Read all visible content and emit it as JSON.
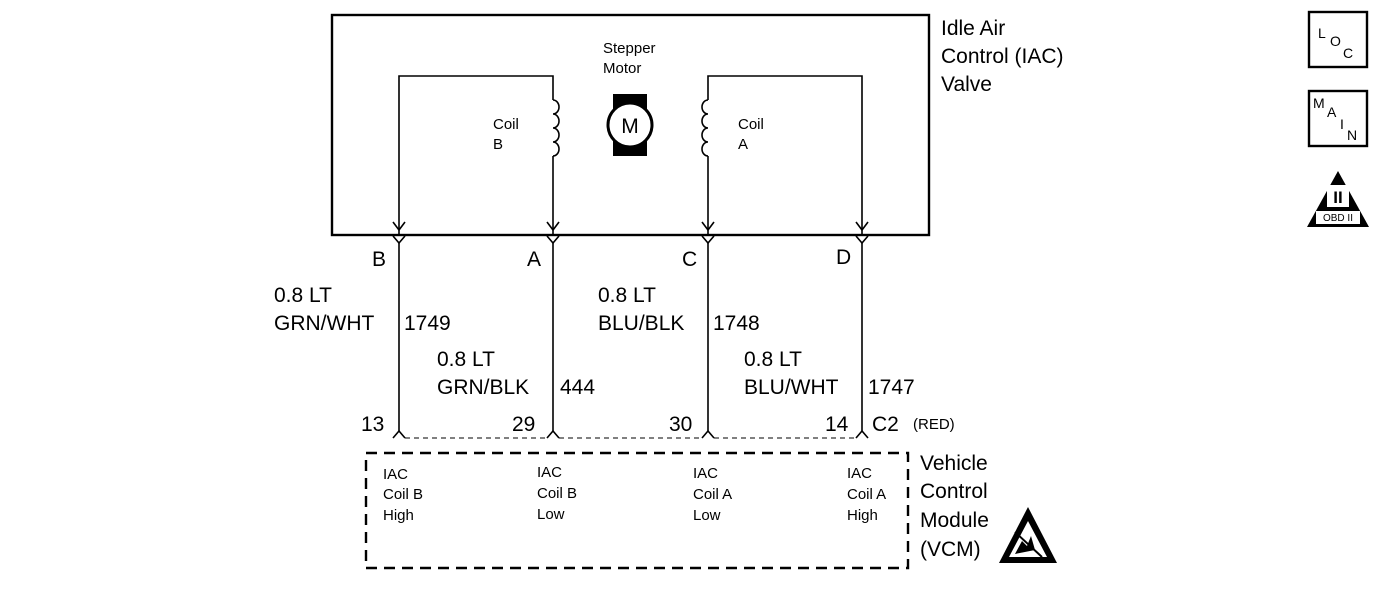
{
  "iac_valve": {
    "title_lines": [
      "Idle Air",
      "Control (IAC)",
      "Valve"
    ],
    "stepper_label_lines": [
      "Stepper",
      "Motor"
    ],
    "motor_symbol": "M",
    "coil_b_lines": [
      "Coil",
      "B"
    ],
    "coil_a_lines": [
      "Coil",
      "A"
    ]
  },
  "pins": [
    "B",
    "A",
    "C",
    "D"
  ],
  "wires": [
    {
      "gauge_line": "0.8 LT",
      "color": "GRN/WHT",
      "circuit": "1749",
      "pin_number": "13"
    },
    {
      "gauge_line": "0.8 LT",
      "color": "GRN/BLK",
      "circuit": "444",
      "pin_number": "29"
    },
    {
      "gauge_line": "0.8 LT",
      "color": "BLU/BLK",
      "circuit": "1748",
      "pin_number": "30"
    },
    {
      "gauge_line": "0.8 LT",
      "color": "BLU/WHT",
      "circuit": "1747",
      "pin_number": "14"
    }
  ],
  "connector": {
    "name": "C2",
    "color_note": "(RED)"
  },
  "vcm": {
    "title_lines": [
      "Vehicle",
      "Control",
      "Module",
      "(VCM)"
    ],
    "terminals": [
      [
        "IAC",
        "Coil B",
        "High"
      ],
      [
        "IAC",
        "Coil B",
        "Low"
      ],
      [
        "IAC",
        "Coil A",
        "Low"
      ],
      [
        "IAC",
        "Coil A",
        "High"
      ]
    ]
  },
  "icons": {
    "loc": {
      "letters": [
        "L",
        "O",
        "C"
      ]
    },
    "main": {
      "letters": [
        "M",
        "A",
        "I",
        "N"
      ]
    },
    "obd": {
      "numeral": "II",
      "label": "OBD II"
    },
    "esd": "esd-sensitive-icon"
  }
}
